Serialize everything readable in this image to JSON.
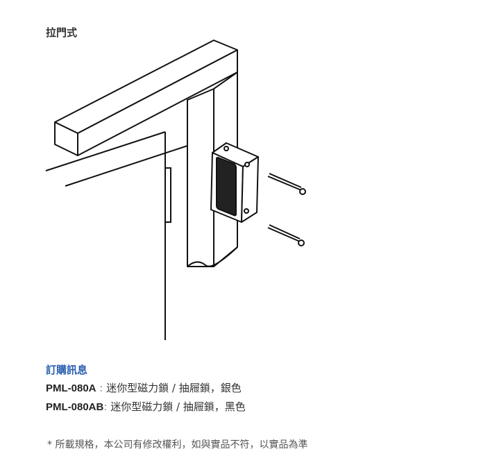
{
  "title": "拉門式",
  "order": {
    "heading": "訂購訊息",
    "items": [
      {
        "code": "PML-080A",
        "sep": " : ",
        "desc": "迷你型磁力鎖 / 抽屜鎖，銀色"
      },
      {
        "code": "PML-080AB",
        "sep": ":  ",
        "desc": "迷你型磁力鎖 / 抽屜鎖，黑色"
      }
    ]
  },
  "note": "* 所載規格，本公司有修改權利，如與實品不符，以實品為準"
}
